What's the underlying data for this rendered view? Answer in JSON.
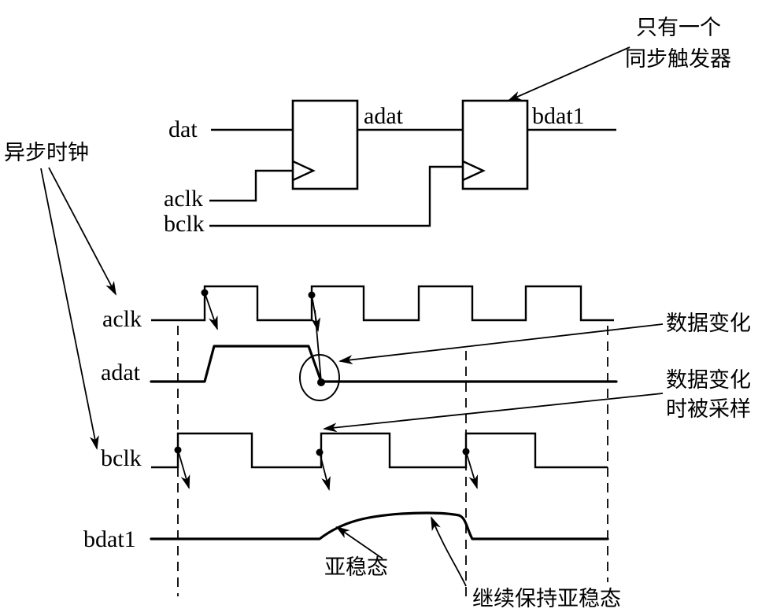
{
  "circuit": {
    "input_label": "dat",
    "mid_label": "adat",
    "output_label": "bdat1",
    "clock_a_label": "aclk",
    "clock_b_label": "bclk"
  },
  "timing": {
    "signals": [
      "aclk",
      "adat",
      "bclk",
      "bdat1"
    ]
  },
  "annotations": {
    "async_clocks": "异步时钟",
    "single_sync_ff_line1": "只有一个",
    "single_sync_ff_line2": "同步触发器",
    "data_change": "数据变化",
    "sampled_line1": "数据变化",
    "sampled_line2": "时被采样",
    "metastable": "亚稳态",
    "keep_metastable": "继续保持亚稳态"
  }
}
